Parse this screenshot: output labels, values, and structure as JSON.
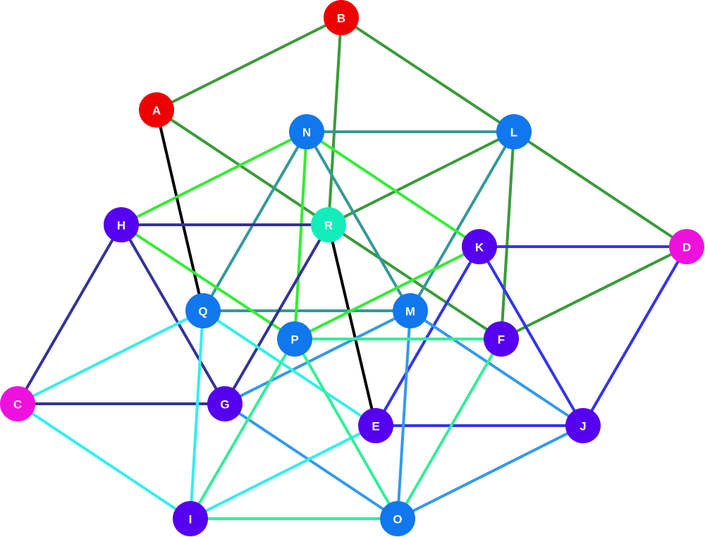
{
  "colors": {
    "dark_green": "#3a9a3a",
    "light_green": "#33ee33",
    "teal": "#339999",
    "navy": "#333399",
    "blue": "#3333ee",
    "sky_blue": "#3399ee",
    "cyan": "#33eeee",
    "mint": "#33ee99",
    "black": "#000000"
  },
  "nodes": [
    {
      "id": "A",
      "label": "A",
      "color": "#ee0000"
    },
    {
      "id": "B",
      "label": "B",
      "color": "#ee0000"
    },
    {
      "id": "C",
      "label": "C",
      "color": "#ee11dd"
    },
    {
      "id": "D",
      "label": "D",
      "color": "#ee11dd"
    },
    {
      "id": "E",
      "label": "E",
      "color": "#5500ee"
    },
    {
      "id": "F",
      "label": "F",
      "color": "#5500ee"
    },
    {
      "id": "G",
      "label": "G",
      "color": "#5500ee"
    },
    {
      "id": "H",
      "label": "H",
      "color": "#5500ee"
    },
    {
      "id": "I",
      "label": "I",
      "color": "#5500ee"
    },
    {
      "id": "J",
      "label": "J",
      "color": "#5500ee"
    },
    {
      "id": "K",
      "label": "K",
      "color": "#5500ee"
    },
    {
      "id": "L",
      "label": "L",
      "color": "#1177ee"
    },
    {
      "id": "M",
      "label": "M",
      "color": "#1177ee"
    },
    {
      "id": "N",
      "label": "N",
      "color": "#1177ee"
    },
    {
      "id": "O",
      "label": "O",
      "color": "#1177ee"
    },
    {
      "id": "P",
      "label": "P",
      "color": "#1177ee"
    },
    {
      "id": "Q",
      "label": "Q",
      "color": "#1177ee"
    },
    {
      "id": "R",
      "label": "R",
      "color": "#11eebb"
    }
  ],
  "edges": [
    {
      "from": "B",
      "to": "A",
      "color": "dark_green"
    },
    {
      "from": "B",
      "to": "L",
      "color": "dark_green"
    },
    {
      "from": "B",
      "to": "R",
      "color": "dark_green"
    },
    {
      "from": "A",
      "to": "F",
      "color": "dark_green"
    },
    {
      "from": "L",
      "to": "R",
      "color": "dark_green"
    },
    {
      "from": "L",
      "to": "D",
      "color": "dark_green"
    },
    {
      "from": "L",
      "to": "F",
      "color": "dark_green"
    },
    {
      "from": "D",
      "to": "F",
      "color": "dark_green"
    },
    {
      "from": "A",
      "to": "Q",
      "color": "black"
    },
    {
      "from": "R",
      "to": "E",
      "color": "black"
    },
    {
      "from": "N",
      "to": "L",
      "color": "teal"
    },
    {
      "from": "N",
      "to": "Q",
      "color": "teal"
    },
    {
      "from": "N",
      "to": "M",
      "color": "teal"
    },
    {
      "from": "Q",
      "to": "M",
      "color": "teal"
    },
    {
      "from": "L",
      "to": "M",
      "color": "teal"
    },
    {
      "from": "N",
      "to": "H",
      "color": "light_green"
    },
    {
      "from": "N",
      "to": "K",
      "color": "light_green"
    },
    {
      "from": "N",
      "to": "P",
      "color": "light_green"
    },
    {
      "from": "H",
      "to": "P",
      "color": "light_green"
    },
    {
      "from": "K",
      "to": "P",
      "color": "light_green"
    },
    {
      "from": "H",
      "to": "R",
      "color": "navy"
    },
    {
      "from": "H",
      "to": "C",
      "color": "navy"
    },
    {
      "from": "H",
      "to": "G",
      "color": "navy"
    },
    {
      "from": "C",
      "to": "G",
      "color": "navy"
    },
    {
      "from": "R",
      "to": "G",
      "color": "navy"
    },
    {
      "from": "K",
      "to": "D",
      "color": "blue"
    },
    {
      "from": "K",
      "to": "J",
      "color": "blue"
    },
    {
      "from": "K",
      "to": "E",
      "color": "blue"
    },
    {
      "from": "D",
      "to": "J",
      "color": "blue"
    },
    {
      "from": "E",
      "to": "J",
      "color": "blue"
    },
    {
      "from": "M",
      "to": "G",
      "color": "sky_blue"
    },
    {
      "from": "M",
      "to": "J",
      "color": "sky_blue"
    },
    {
      "from": "M",
      "to": "O",
      "color": "sky_blue"
    },
    {
      "from": "G",
      "to": "O",
      "color": "sky_blue"
    },
    {
      "from": "J",
      "to": "O",
      "color": "sky_blue"
    },
    {
      "from": "Q",
      "to": "C",
      "color": "cyan"
    },
    {
      "from": "Q",
      "to": "I",
      "color": "cyan"
    },
    {
      "from": "Q",
      "to": "E",
      "color": "cyan"
    },
    {
      "from": "C",
      "to": "I",
      "color": "cyan"
    },
    {
      "from": "I",
      "to": "E",
      "color": "cyan"
    },
    {
      "from": "P",
      "to": "F",
      "color": "mint"
    },
    {
      "from": "P",
      "to": "I",
      "color": "mint"
    },
    {
      "from": "P",
      "to": "O",
      "color": "mint"
    },
    {
      "from": "I",
      "to": "O",
      "color": "mint"
    },
    {
      "from": "F",
      "to": "O",
      "color": "mint"
    }
  ]
}
